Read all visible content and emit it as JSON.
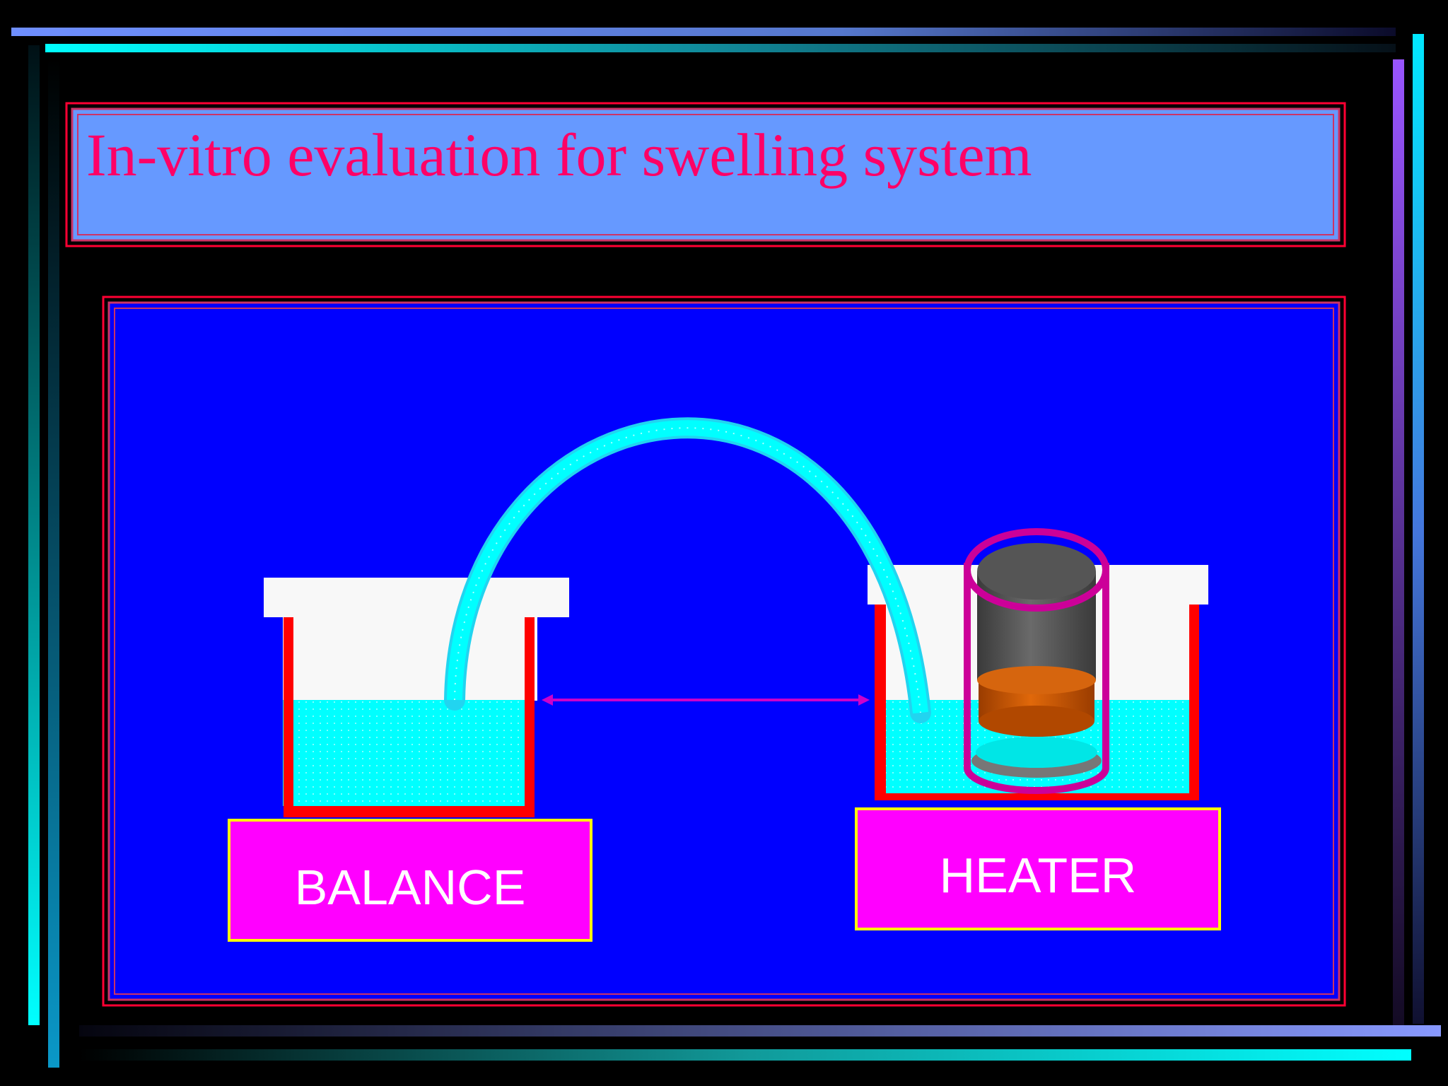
{
  "slide": {
    "title": "In-vitro evaluation for swelling system"
  },
  "diagram": {
    "left_label": "BALANCE",
    "right_label": "HEATER"
  },
  "colors": {
    "background": "#000000",
    "title_fill": "#6699ff",
    "title_text": "#ff0066",
    "frame_red": "#ff0033",
    "diagram_bg": "#0000ff",
    "water": "#00ffff",
    "vessel_wall": "#ff0000",
    "vessel_top": "#f8f8f8",
    "label_box": "#ff00ff",
    "label_border": "#ffff00",
    "label_text": "#ffffff",
    "cylinder_outline": "#cc0099",
    "sample_dark": "#555555",
    "sample_orange": "#cc5500",
    "arrow": "#cc00cc"
  }
}
